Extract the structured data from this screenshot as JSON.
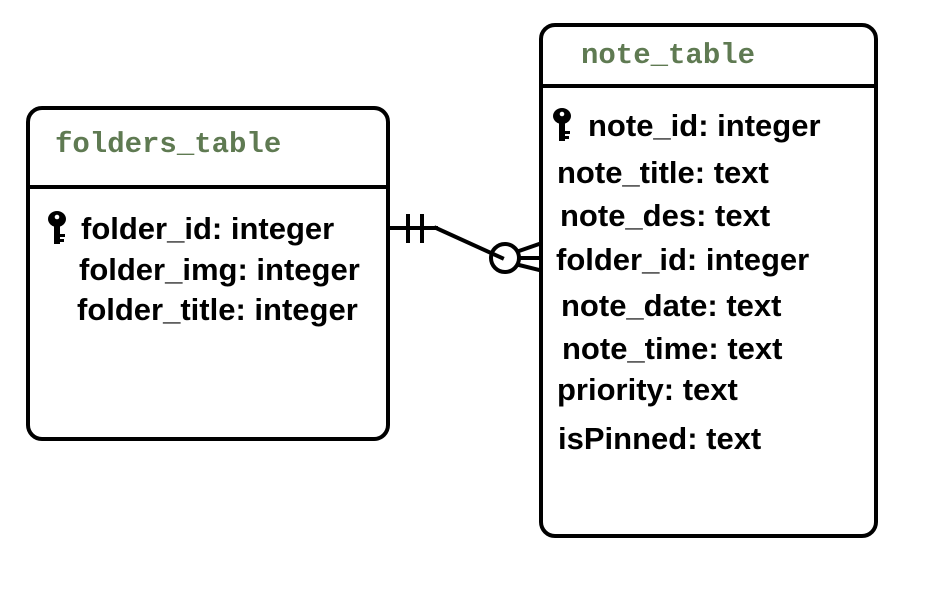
{
  "colors": {
    "title_text": "#5f7a52",
    "stroke": "#000000"
  },
  "relationship": {
    "from": "folders_table.folder_id",
    "to": "note_table.folder_id",
    "from_cardinality": "one-and-only-one",
    "to_cardinality": "zero-or-many"
  },
  "folders_table": {
    "title": "folders_table",
    "fields": [
      {
        "label": "folder_id: integer",
        "primary_key": true,
        "icon": "key-icon"
      },
      {
        "label": "folder_img: integer",
        "primary_key": false
      },
      {
        "label": "folder_title: integer",
        "primary_key": false
      }
    ]
  },
  "note_table": {
    "title": "note_table",
    "fields": [
      {
        "label": "note_id: integer",
        "primary_key": true,
        "icon": "key-icon"
      },
      {
        "label": "note_title: text",
        "primary_key": false
      },
      {
        "label": "note_des: text",
        "primary_key": false
      },
      {
        "label": "folder_id: integer",
        "primary_key": false
      },
      {
        "label": "note_date: text",
        "primary_key": false
      },
      {
        "label": "note_time: text",
        "primary_key": false
      },
      {
        "label": "priority: text",
        "primary_key": false
      },
      {
        "label": "isPinned: text",
        "primary_key": false
      }
    ]
  }
}
